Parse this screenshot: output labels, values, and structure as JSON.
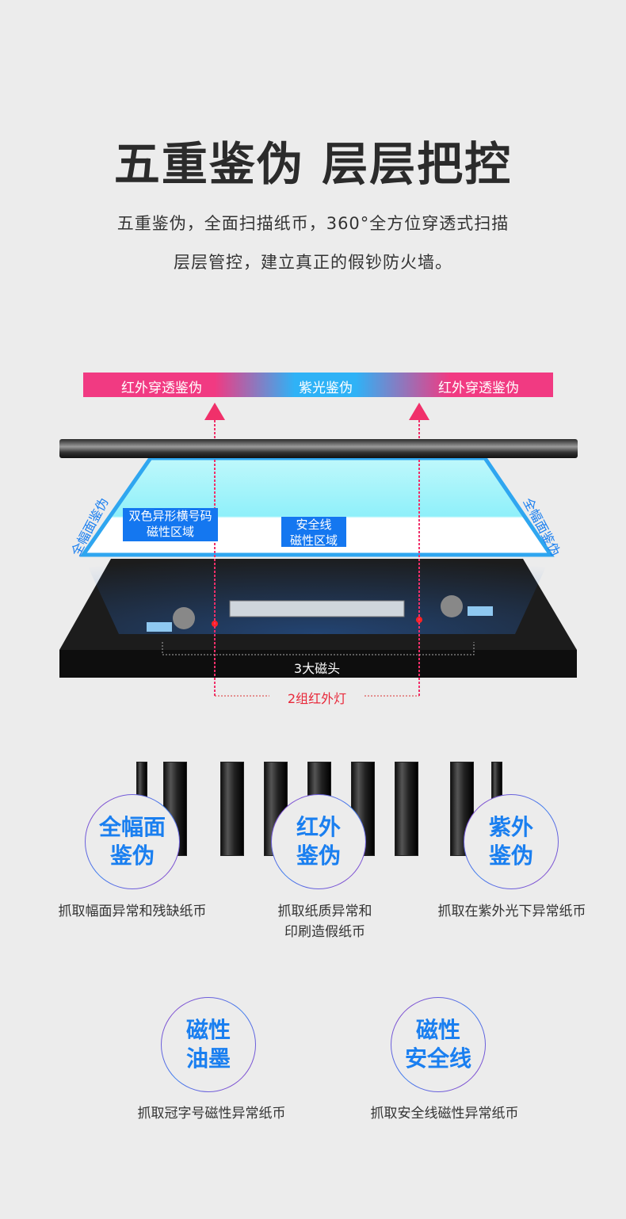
{
  "header": {
    "title": "五重鉴伪  层层把控",
    "subtitle_line1": "五重鉴伪，全面扫描纸币，360°全方位穿透式扫描",
    "subtitle_line2": "层层管控，建立真正的假钞防火墙。"
  },
  "illustration": {
    "banner": [
      "红外穿透鉴伪",
      "紫光鉴伪",
      "红外穿透鉴伪"
    ],
    "side_left": "全幅面鉴伪",
    "side_right": "全幅面鉴伪",
    "label_serial": [
      "双色异形横号码",
      "磁性区域"
    ],
    "label_thread": [
      "安全线",
      "磁性区域"
    ],
    "magnetic_heads": "3大磁头",
    "infrared_lights": "2组红外灯",
    "colors": {
      "pink": "#f13a82",
      "blue": "#2fb2f6",
      "label_blue": "#1477f0"
    }
  },
  "features": [
    {
      "title_1": "全幅面",
      "title_2": "鉴伪",
      "caption_1": "抓取幅面异常和残缺纸币",
      "caption_2": ""
    },
    {
      "title_1": "红外",
      "title_2": "鉴伪",
      "caption_1": "抓取纸质异常和",
      "caption_2": "印刷造假纸币"
    },
    {
      "title_1": "紫外",
      "title_2": "鉴伪",
      "caption_1": "抓取在紫外光下异常纸币",
      "caption_2": ""
    },
    {
      "title_1": "磁性",
      "title_2": "油墨",
      "caption_1": "抓取冠字号磁性异常纸币",
      "caption_2": ""
    },
    {
      "title_1": "磁性",
      "title_2": "安全线",
      "caption_1": "抓取安全线磁性异常纸币",
      "caption_2": ""
    }
  ]
}
